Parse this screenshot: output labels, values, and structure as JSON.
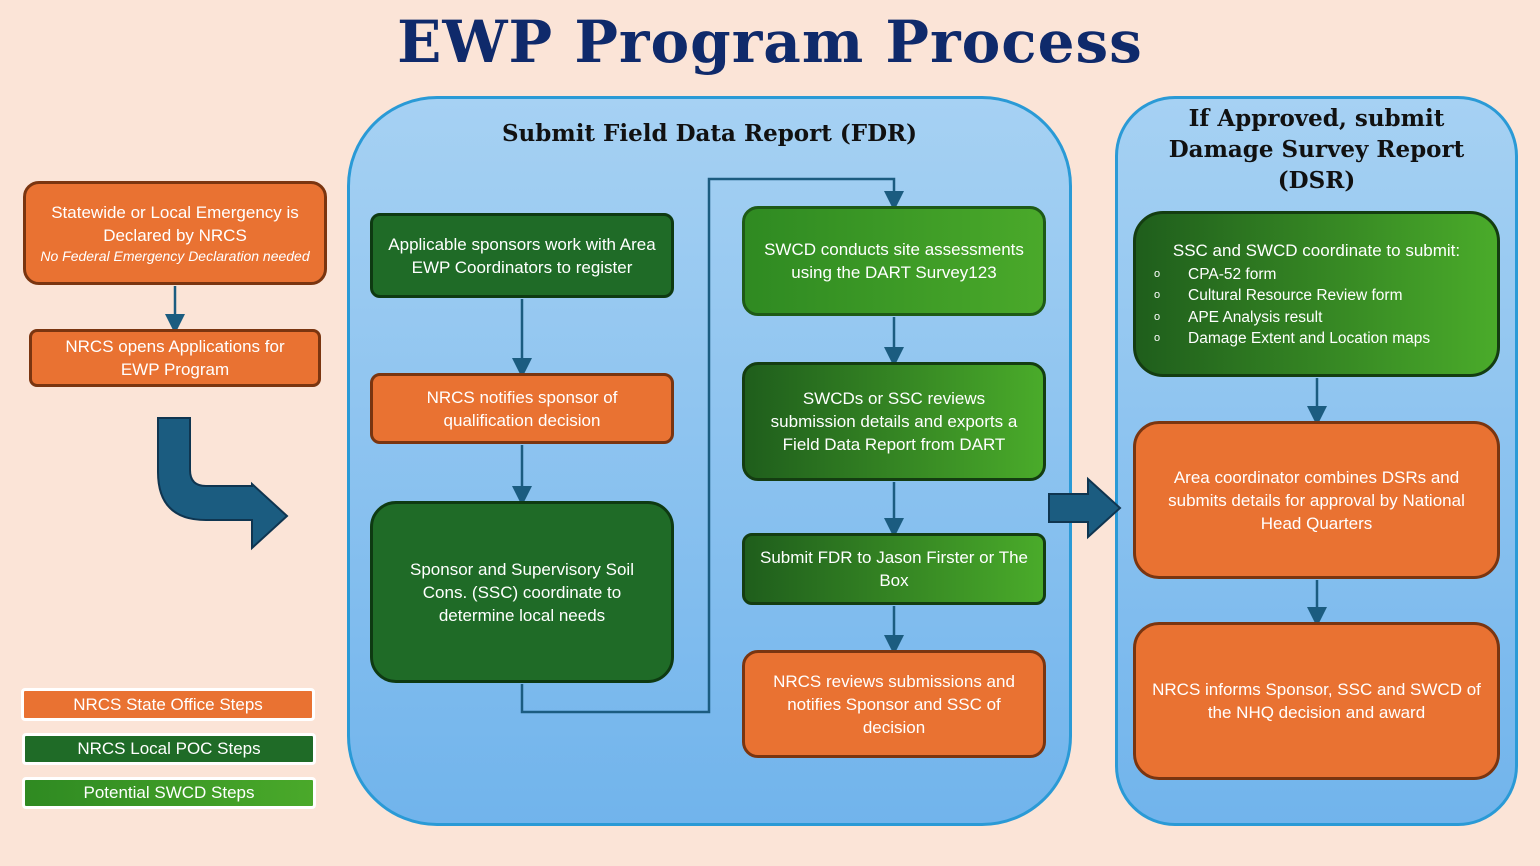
{
  "title": "EWP Program Process",
  "left": {
    "step1": {
      "text": "Statewide or Local Emergency is Declared by NRCS",
      "note": "No Federal Emergency Declaration needed"
    },
    "step2": "NRCS opens Applications for EWP Program"
  },
  "legend": [
    "NRCS State Office Steps",
    "NRCS Local POC Steps",
    "Potential SWCD Steps"
  ],
  "fdr": {
    "title": "Submit Field Data Report (FDR)",
    "col1": [
      "Applicable sponsors work with Area EWP Coordinators to register",
      "NRCS notifies sponsor of qualification decision",
      "Sponsor and Supervisory Soil Cons. (SSC) coordinate to determine local needs"
    ],
    "col2": [
      "SWCD conducts site assessments using the DART Survey123",
      "SWCDs or SSC reviews submission details and exports a Field Data Report from DART",
      "Submit FDR to Jason Firster or The Box",
      "NRCS reviews submissions and notifies Sponsor and SSC of decision"
    ]
  },
  "dsr": {
    "title": "If Approved, submit Damage Survey Report (DSR)",
    "step1": {
      "heading": "SSC and SWCD coordinate to submit:",
      "bullet": "o",
      "items": [
        "CPA-52 form",
        "Cultural Resource Review form",
        "APE Analysis result",
        "Damage Extent and Location maps"
      ]
    },
    "step2": "Area coordinator combines DSRs and submits details for approval by National Head Quarters",
    "step3": "NRCS informs Sponsor, SSC and SWCD of the NHQ decision and award"
  },
  "colors": {
    "orange": "#e97232",
    "dark_green": "#1f6b27",
    "light_green": "#4aa92a",
    "arrow": "#1b5c80",
    "title": "#0f2a6b"
  }
}
